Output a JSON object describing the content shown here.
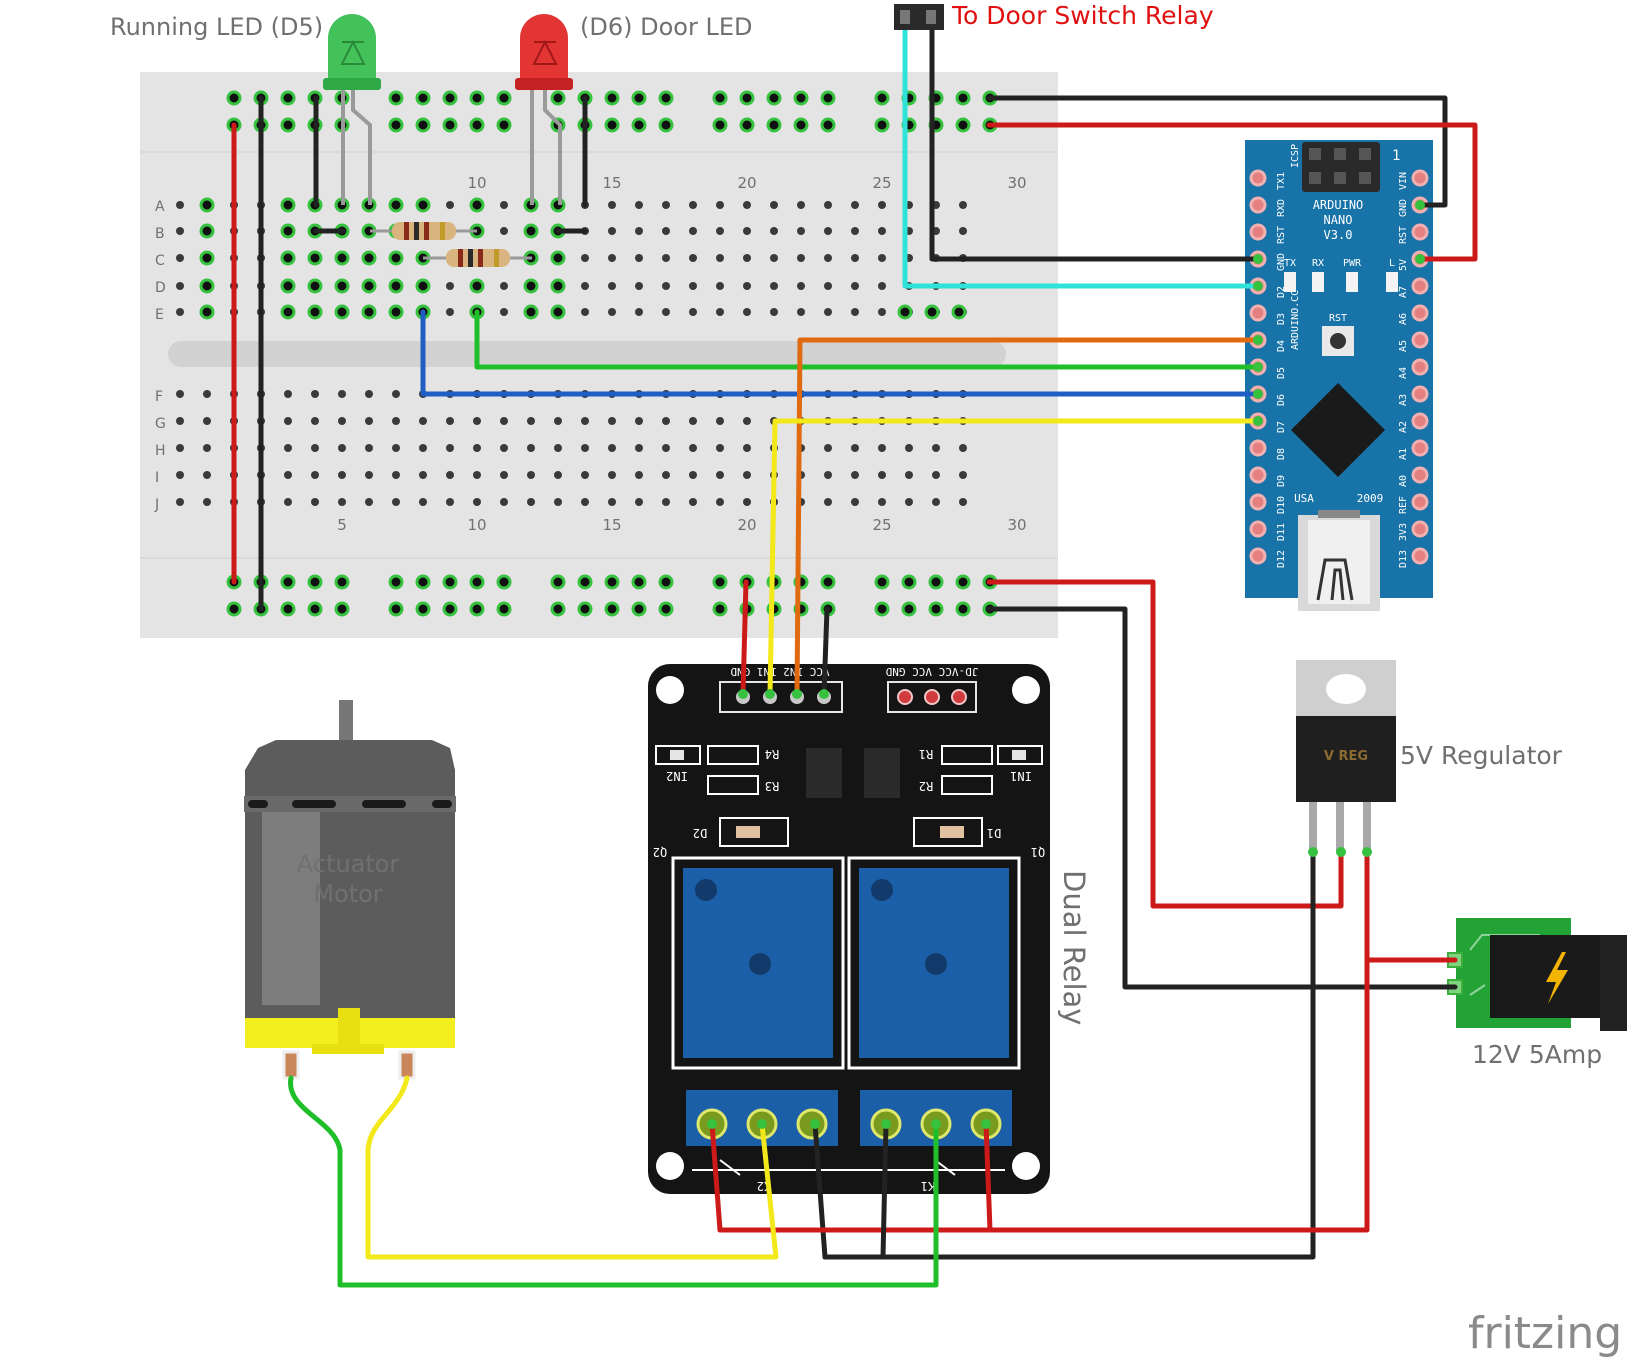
{
  "labels": {
    "running_led": "Running LED (D5)",
    "door_led": "(D6) Door LED",
    "door_switch": "To Door Switch Relay",
    "regulator": "5V Regulator",
    "dual_relay": "Dual Relay",
    "power_supply": "12V 5Amp",
    "motor_line1": "Actuator",
    "motor_line2": "Motor",
    "brand": "fritzing"
  },
  "breadboard": {
    "row_letters_top": [
      "A",
      "B",
      "C",
      "D",
      "E"
    ],
    "row_letters_bottom": [
      "F",
      "G",
      "H",
      "I",
      "J"
    ],
    "column_numbers_top": [
      "10",
      "15",
      "20",
      "25",
      "30"
    ],
    "column_numbers_bottom": [
      "5",
      "10",
      "15",
      "20",
      "25",
      "30"
    ]
  },
  "arduino": {
    "title_lines": [
      "ARDUINO",
      "NANO",
      "V3.0"
    ],
    "icsp": "ICSP",
    "site": "ARDUINO.CC",
    "usa": "USA",
    "year": "2009",
    "rst": "RST",
    "leds": [
      "TX",
      "RX",
      "PWR",
      "L"
    ],
    "left_pins": [
      "TX1",
      "RXD",
      "RST",
      "GND",
      "D2",
      "D3",
      "D4",
      "D5",
      "D6",
      "D7",
      "D8",
      "D9",
      "D10",
      "D11",
      "D12"
    ],
    "right_pins": [
      "VIN",
      "GND",
      "RST",
      "5V",
      "A7",
      "A6",
      "A5",
      "A4",
      "A3",
      "A2",
      "A1",
      "A0",
      "REF",
      "3V3",
      "D13"
    ]
  },
  "relay_module": {
    "header_left": "VCC IN2 IN1 GND",
    "header_right": "JD-VCC VCC GND",
    "parts": [
      "IN2",
      "IN1",
      "R4",
      "R3",
      "R1",
      "R2",
      "D2",
      "D1",
      "Q2",
      "Q1",
      "K2",
      "K1"
    ]
  },
  "regulator_text": "V REG",
  "colors": {
    "red": "#cc1a1a",
    "black": "#222222",
    "green": "#1fbf2a",
    "blue": "#1f5fc4",
    "yellow": "#f2e81a",
    "orange": "#e06a10",
    "cyan": "#2fe3d8",
    "arduino_blue": "#1773a8",
    "relay_blue": "#1b5fa8",
    "pcb_green": "#23a236",
    "breadboard": "#e4e4e4"
  }
}
